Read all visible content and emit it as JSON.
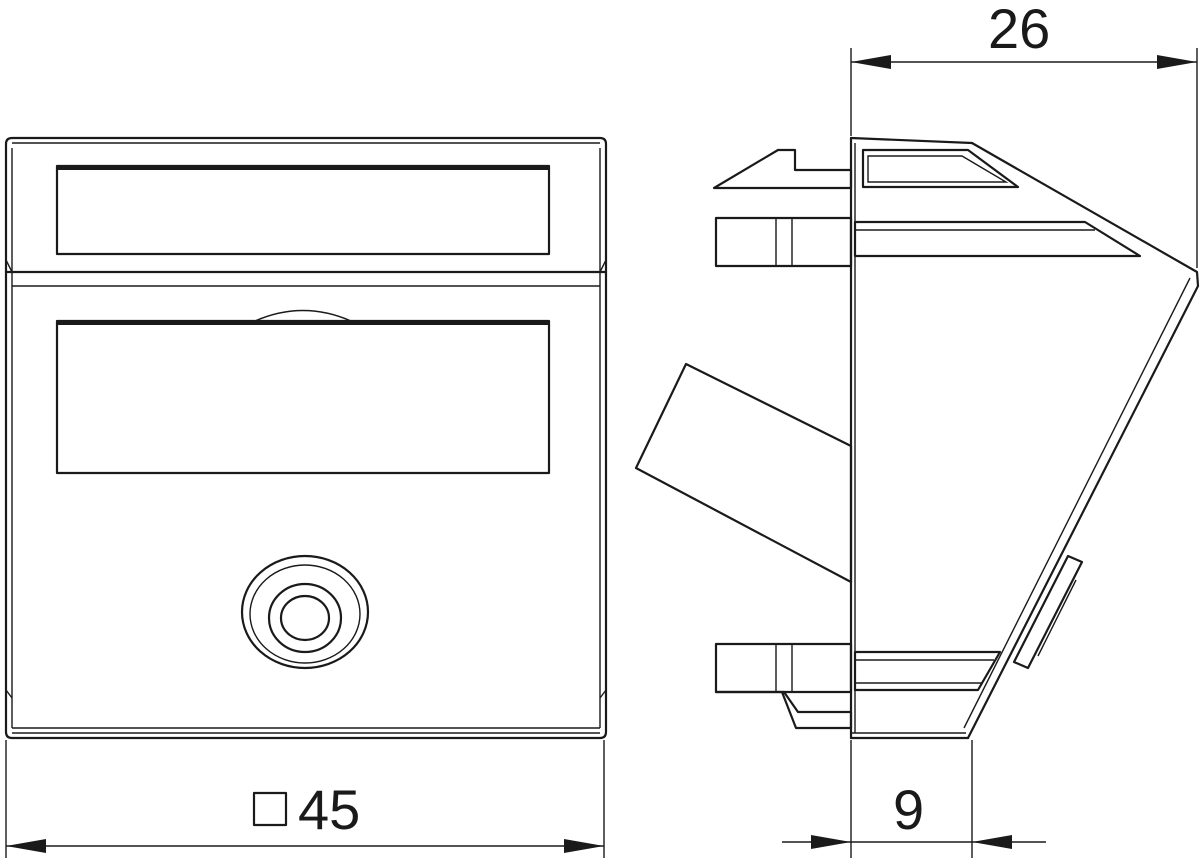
{
  "dimensions": {
    "width_label": "45",
    "width_prefix_symbol": "square-symbol",
    "depth_label": "26",
    "offset_label": "9"
  },
  "colors": {
    "line": "#1a1a1a",
    "background": "#ffffff"
  }
}
